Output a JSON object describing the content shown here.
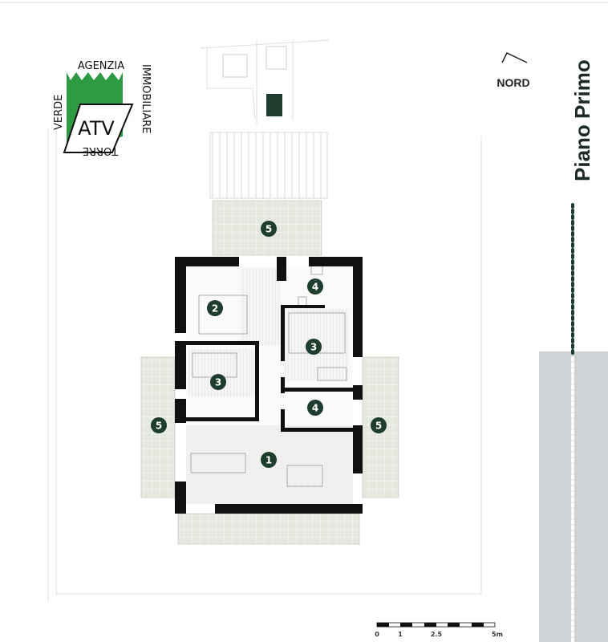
{
  "logo": {
    "top": "AGENZIA",
    "left": "VERDE",
    "right": "IMMOBILIARE",
    "bottom": "TORRE",
    "mark": "ATV"
  },
  "title": "Piano Primo",
  "north_label": "NORD",
  "rooms": [
    {
      "number": "5",
      "label": "terrace-top"
    },
    {
      "number": "4",
      "label": "bathroom-top"
    },
    {
      "number": "2",
      "label": "double-bedroom"
    },
    {
      "number": "3",
      "label": "bedroom-right"
    },
    {
      "number": "3",
      "label": "bedroom-left"
    },
    {
      "number": "4",
      "label": "bathroom-bottom"
    },
    {
      "number": "5",
      "label": "terrace-left"
    },
    {
      "number": "5",
      "label": "terrace-right"
    },
    {
      "number": "1",
      "label": "living-room"
    }
  ],
  "scale_bar": {
    "labels": [
      "0",
      "1",
      "2.5",
      "5m"
    ]
  },
  "colors": {
    "badge": "#1e3d2f",
    "logo_green": "#2f9a44",
    "terrace": "#e4e8df",
    "strip": "#d0d3d5"
  }
}
